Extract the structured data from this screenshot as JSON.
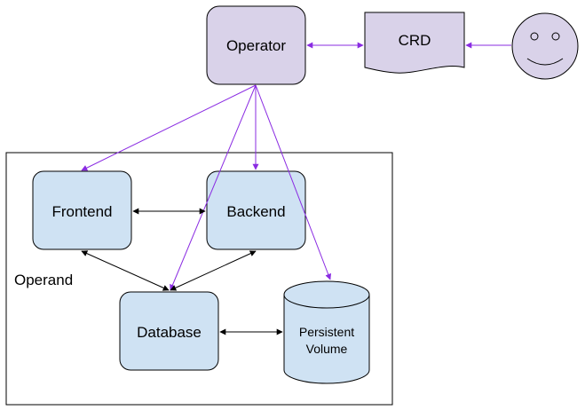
{
  "nodes": {
    "operator": "Operator",
    "crd": "CRD",
    "frontend": "Frontend",
    "backend": "Backend",
    "database": "Database",
    "persistent_volume_line1": "Persistent",
    "persistent_volume_line2": "Volume",
    "operand_label": "Operand"
  },
  "icons": {
    "user": "smiley-face-icon"
  },
  "colors": {
    "operator_fill": "#d9d2e9",
    "component_fill": "#cfe2f3",
    "control_arrow": "#8a2be2",
    "data_arrow": "#000000",
    "user_fill": "#d9d2e9"
  }
}
